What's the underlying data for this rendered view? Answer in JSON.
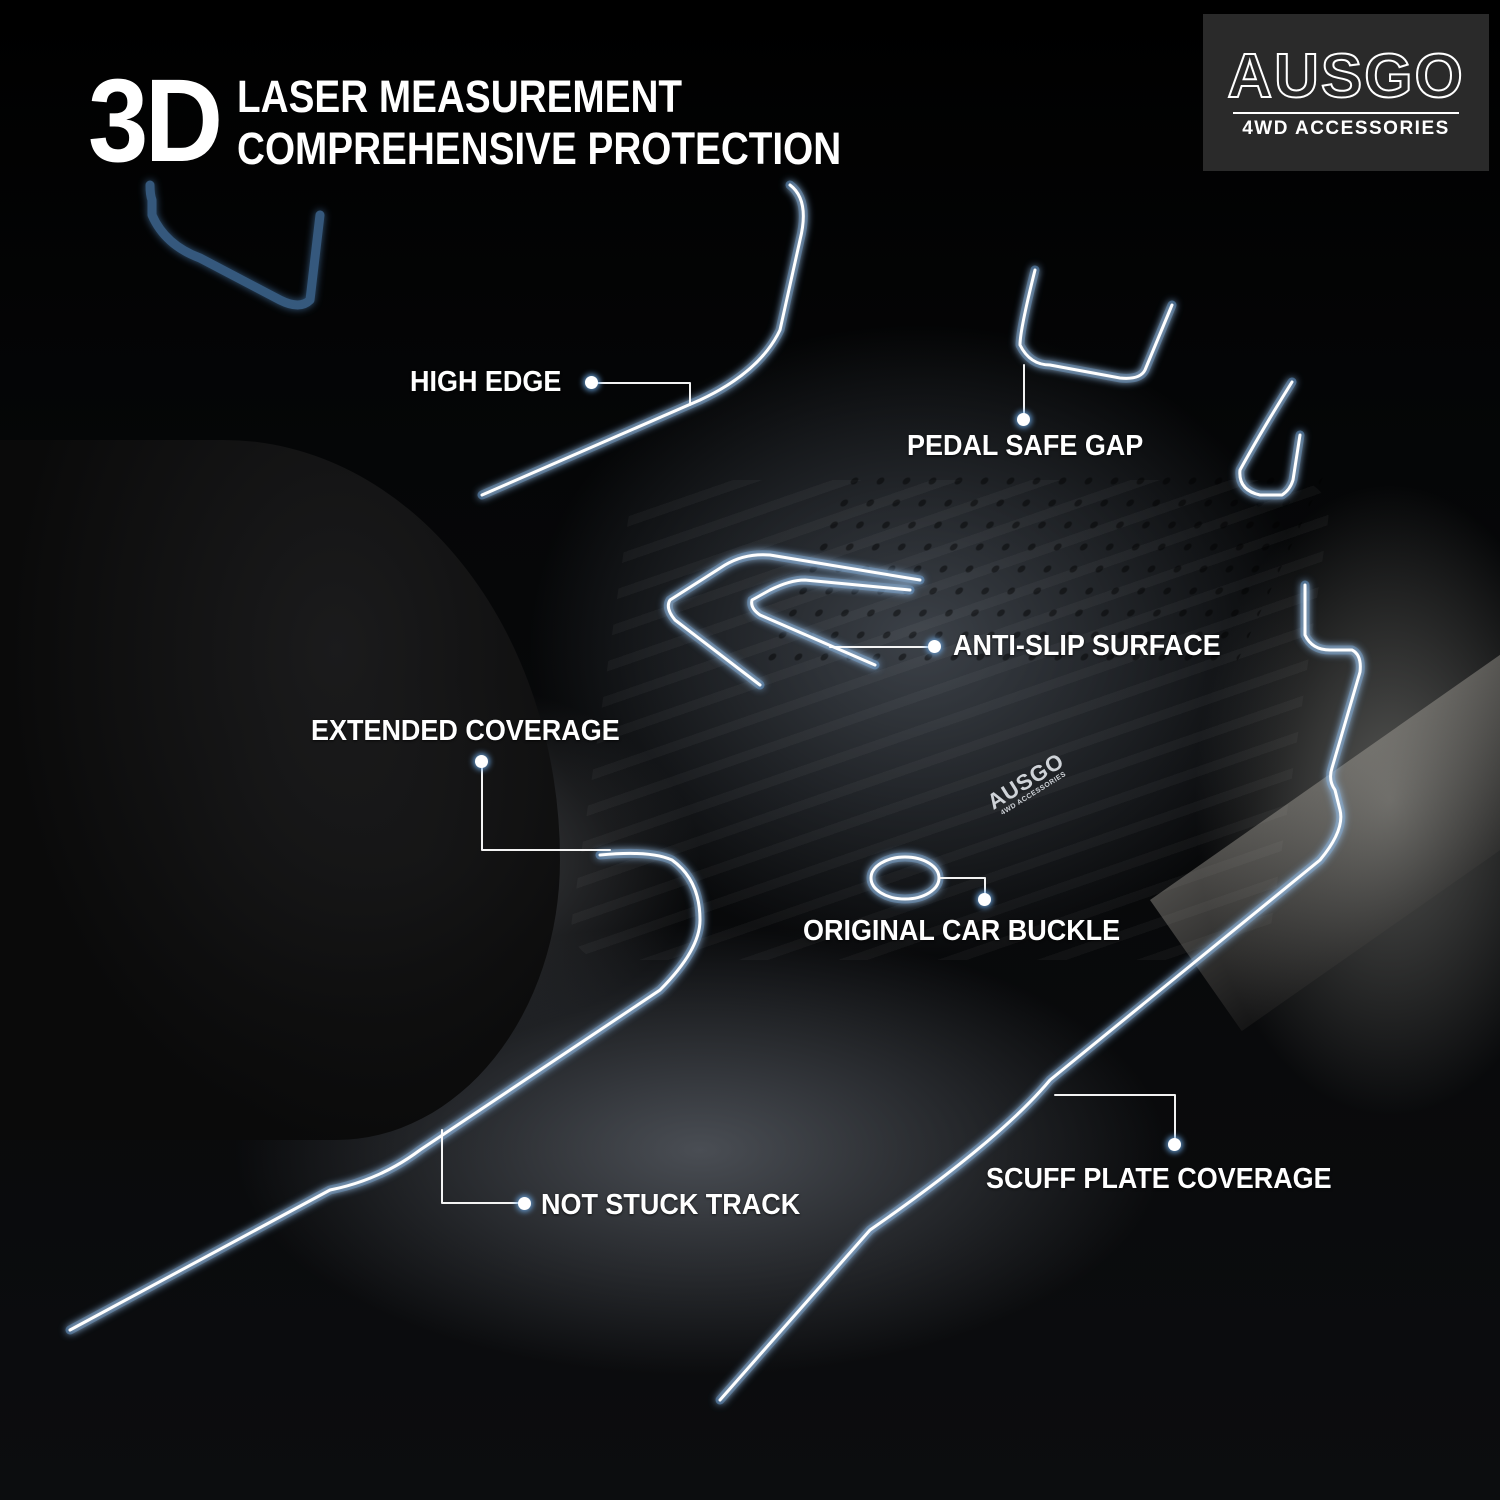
{
  "headline": {
    "big": "3D",
    "line1": "LASER MEASUREMENT",
    "line2": "COMPREHENSIVE PROTECTION"
  },
  "brand": {
    "name": "AUSGO",
    "tagline": "4WD ACCESSORIES",
    "box_color": "#2a2a2a"
  },
  "mat_logo": {
    "name": "AUSGO",
    "tagline": "4WD ACCESSORIES"
  },
  "callouts": [
    {
      "id": "high-edge",
      "label": "HIGH EDGE"
    },
    {
      "id": "pedal-safe-gap",
      "label": "PEDAL SAFE GAP"
    },
    {
      "id": "anti-slip-surface",
      "label": "ANTI-SLIP SURFACE"
    },
    {
      "id": "extended-coverage",
      "label": "EXTENDED COVERAGE"
    },
    {
      "id": "original-car-buckle",
      "label": "ORIGINAL CAR BUCKLE"
    },
    {
      "id": "not-stuck-track",
      "label": "NOT STUCK TRACK"
    },
    {
      "id": "scuff-plate-coverage",
      "label": "SCUFF PLATE COVERAGE"
    }
  ],
  "colors": {
    "background": "#000000",
    "text": "#ffffff",
    "glow_line": "#ffffff",
    "glow_halo": "#5e9fe0"
  }
}
